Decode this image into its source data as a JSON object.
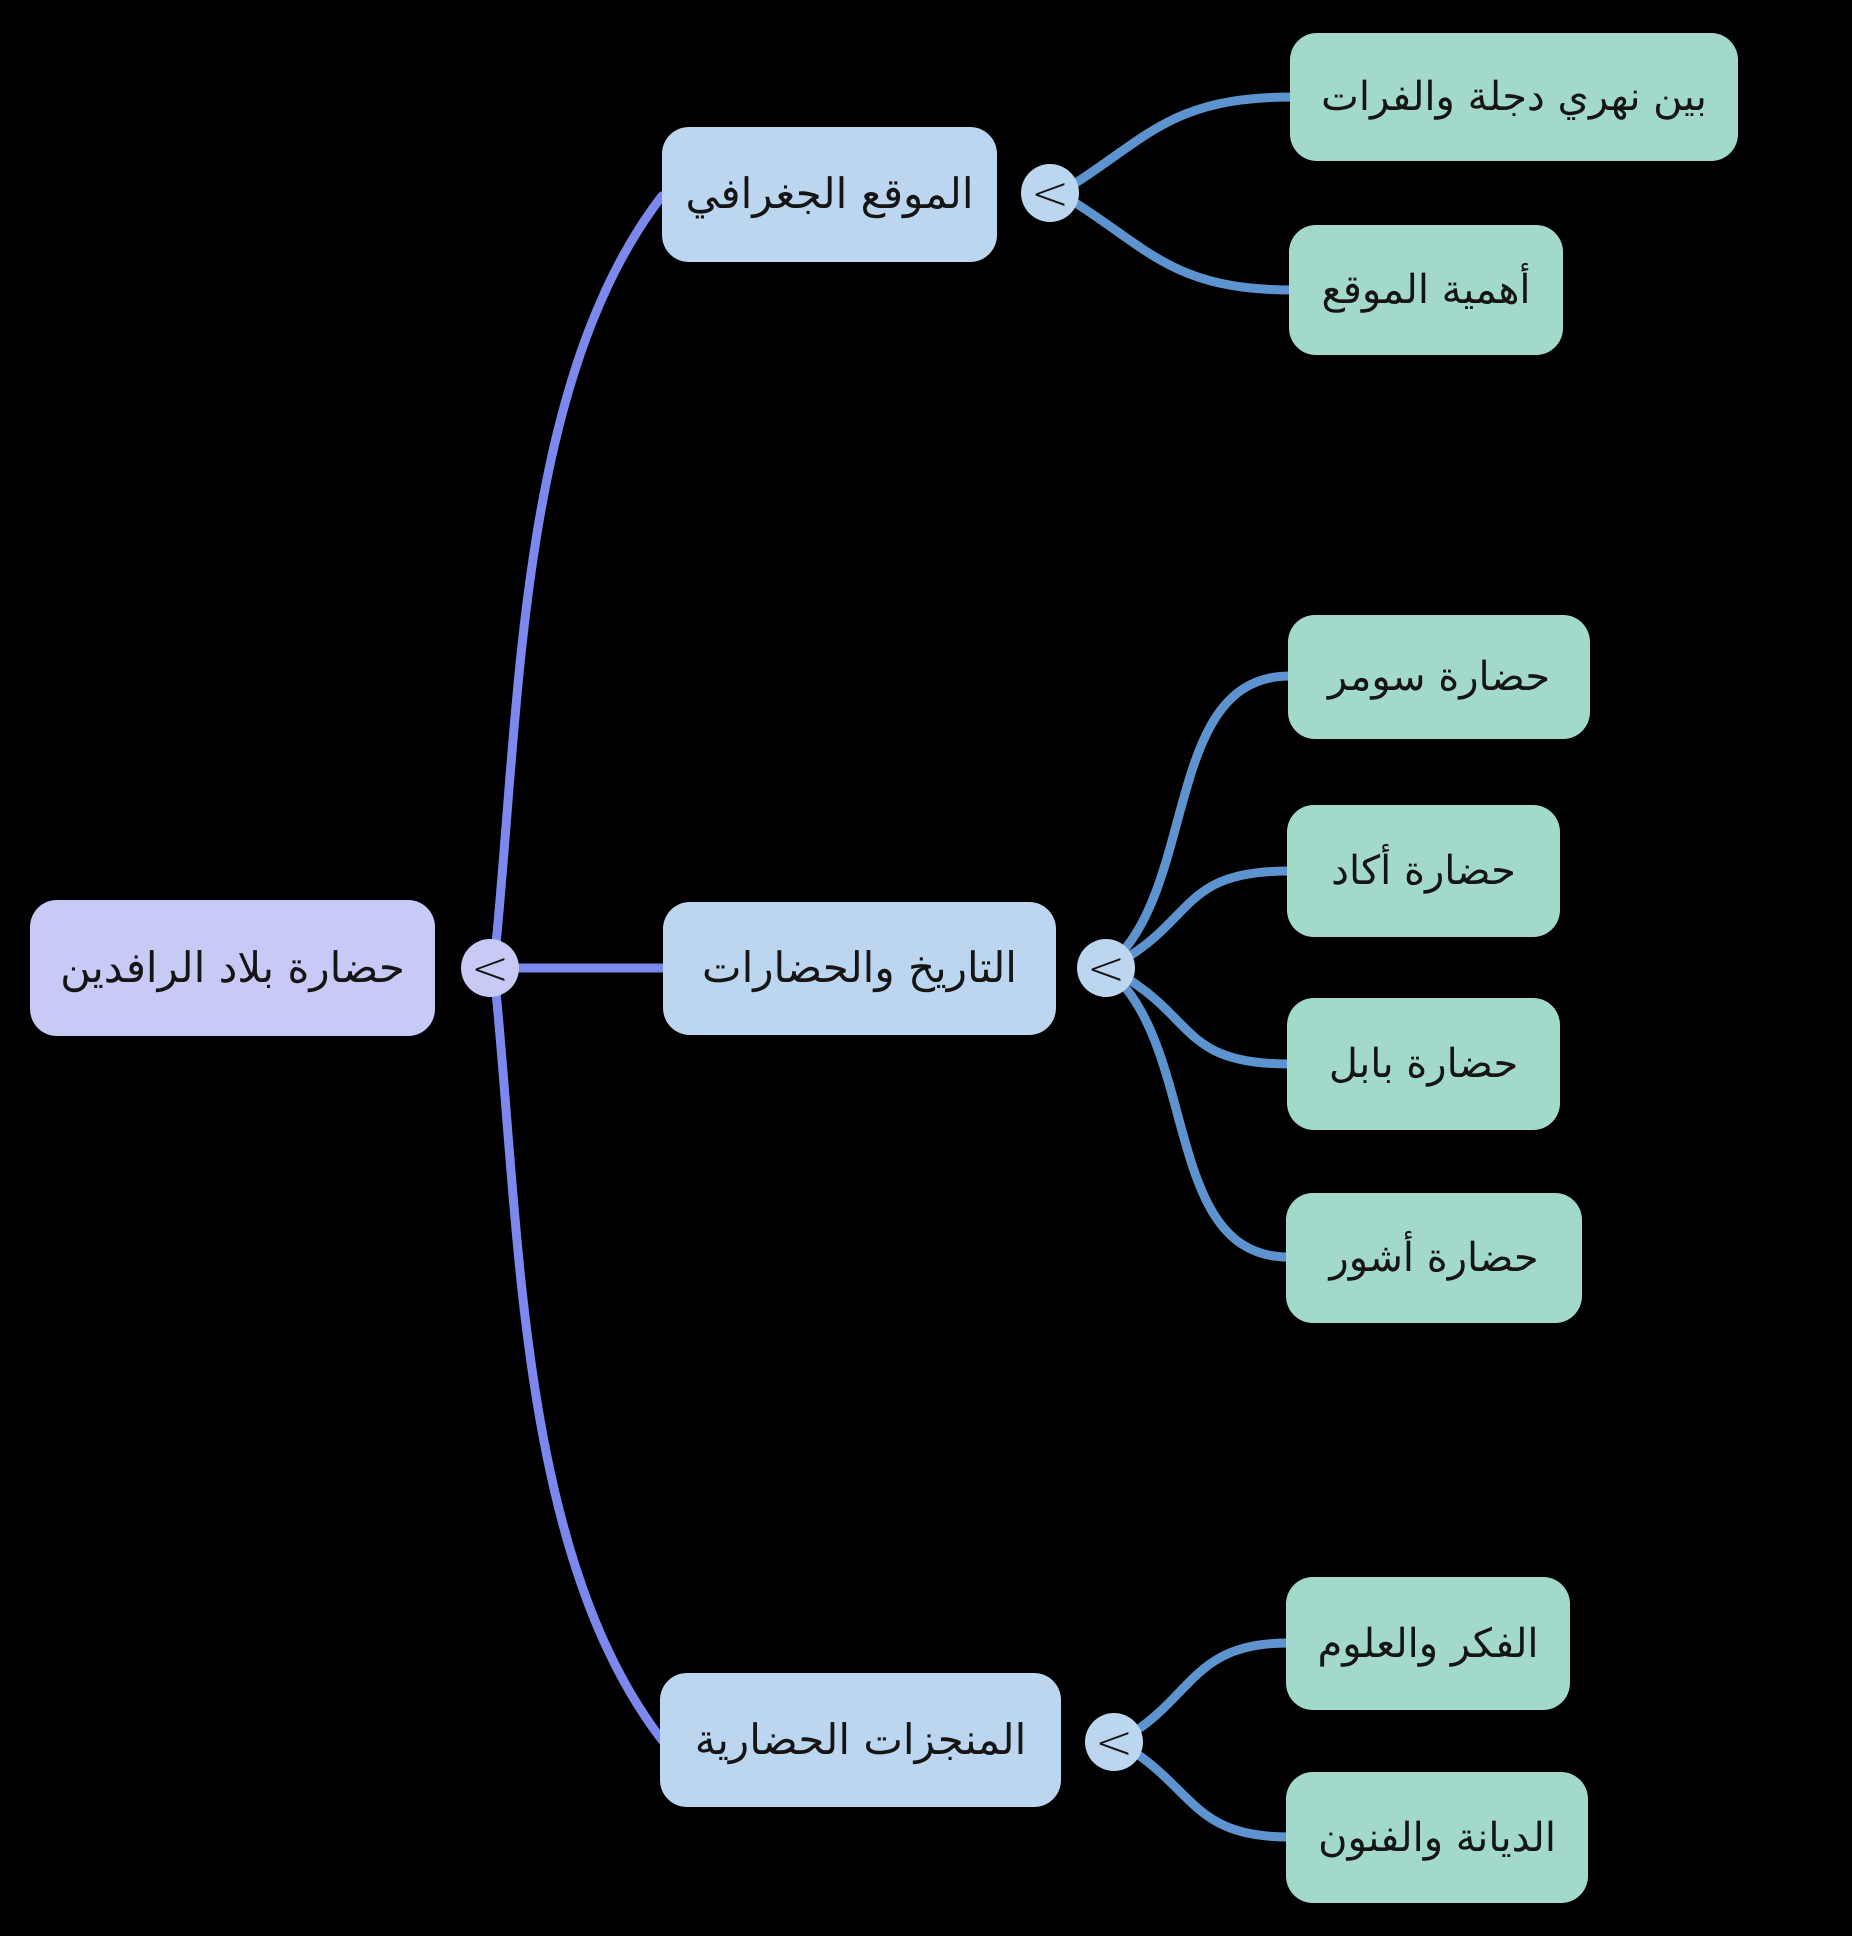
{
  "colors": {
    "background": "#000000",
    "root_fill": "#c6caf4",
    "branch_fill": "#bdd6ef",
    "leaf_fill": "#a3d9cb",
    "root_edge": "#7c88ee",
    "branch_edge": "#5d94d0",
    "text": "#151515"
  },
  "mindmap": {
    "collapse_icon": "<",
    "root": {
      "label": "حضارة بلاد الرافدين"
    },
    "branches": [
      {
        "label": "الموقع الجغرافي",
        "children": [
          {
            "label": "بين نهري دجلة والفرات"
          },
          {
            "label": "أهمية الموقع"
          }
        ]
      },
      {
        "label": "التاريخ والحضارات",
        "children": [
          {
            "label": "حضارة سومر"
          },
          {
            "label": "حضارة أكاد"
          },
          {
            "label": "حضارة بابل"
          },
          {
            "label": "حضارة أشور"
          }
        ]
      },
      {
        "label": "المنجزات الحضارية",
        "children": [
          {
            "label": "الفكر والعلوم"
          },
          {
            "label": "الديانة والفنون"
          }
        ]
      }
    ]
  }
}
